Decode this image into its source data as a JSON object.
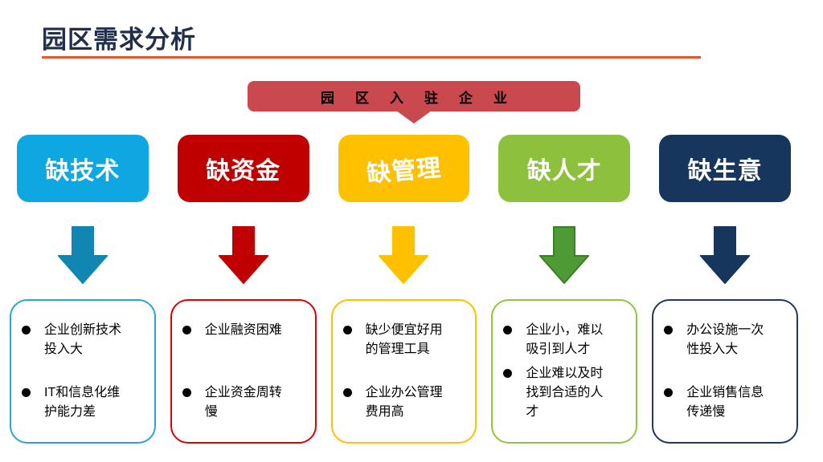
{
  "header": {
    "title": "园区需求分析",
    "rule_color": "#E8542C",
    "title_color": "#222F4B"
  },
  "banner": {
    "label": "园区入驻企业",
    "fill": "#C9494E",
    "text_color": "#000000"
  },
  "columns": [
    {
      "label": "缺技术",
      "box_color": "#0FA7E2",
      "arrow_color": "#1186B3",
      "arrow_stroke": "#1186B3",
      "border_color": "#29A3D8",
      "items": [
        "企业创新技术投入大",
        "IT和信息化维护能力差"
      ]
    },
    {
      "label": "缺资金",
      "box_color": "#C00000",
      "arrow_color": "#C00000",
      "arrow_stroke": "#C00000",
      "border_color": "#E00000",
      "items": [
        "企业融资困难",
        "企业资金周转慢"
      ]
    },
    {
      "label": "缺管理",
      "box_color": "#FFC000",
      "arrow_color": "#FFC000",
      "arrow_stroke": "#FFC000",
      "border_color": "#FFC000",
      "items": [
        "缺少便宜好用的管理工具",
        "企业办公管理费用高"
      ]
    },
    {
      "label": "缺人才",
      "box_color": "#8DC03C",
      "arrow_color": "#4E9A35",
      "arrow_stroke": "#3C7D28",
      "border_color": "#8DC63F",
      "items": [
        "企业小，难以吸引到人才",
        "企业难以及时找到合适的人才"
      ]
    },
    {
      "label": "缺生意",
      "box_color": "#17365D",
      "arrow_color": "#17365D",
      "arrow_stroke": "#17365D",
      "border_color": "#1F3864",
      "items": [
        "办公设施一次性投入大",
        "企业销售信息传递慢"
      ]
    }
  ]
}
